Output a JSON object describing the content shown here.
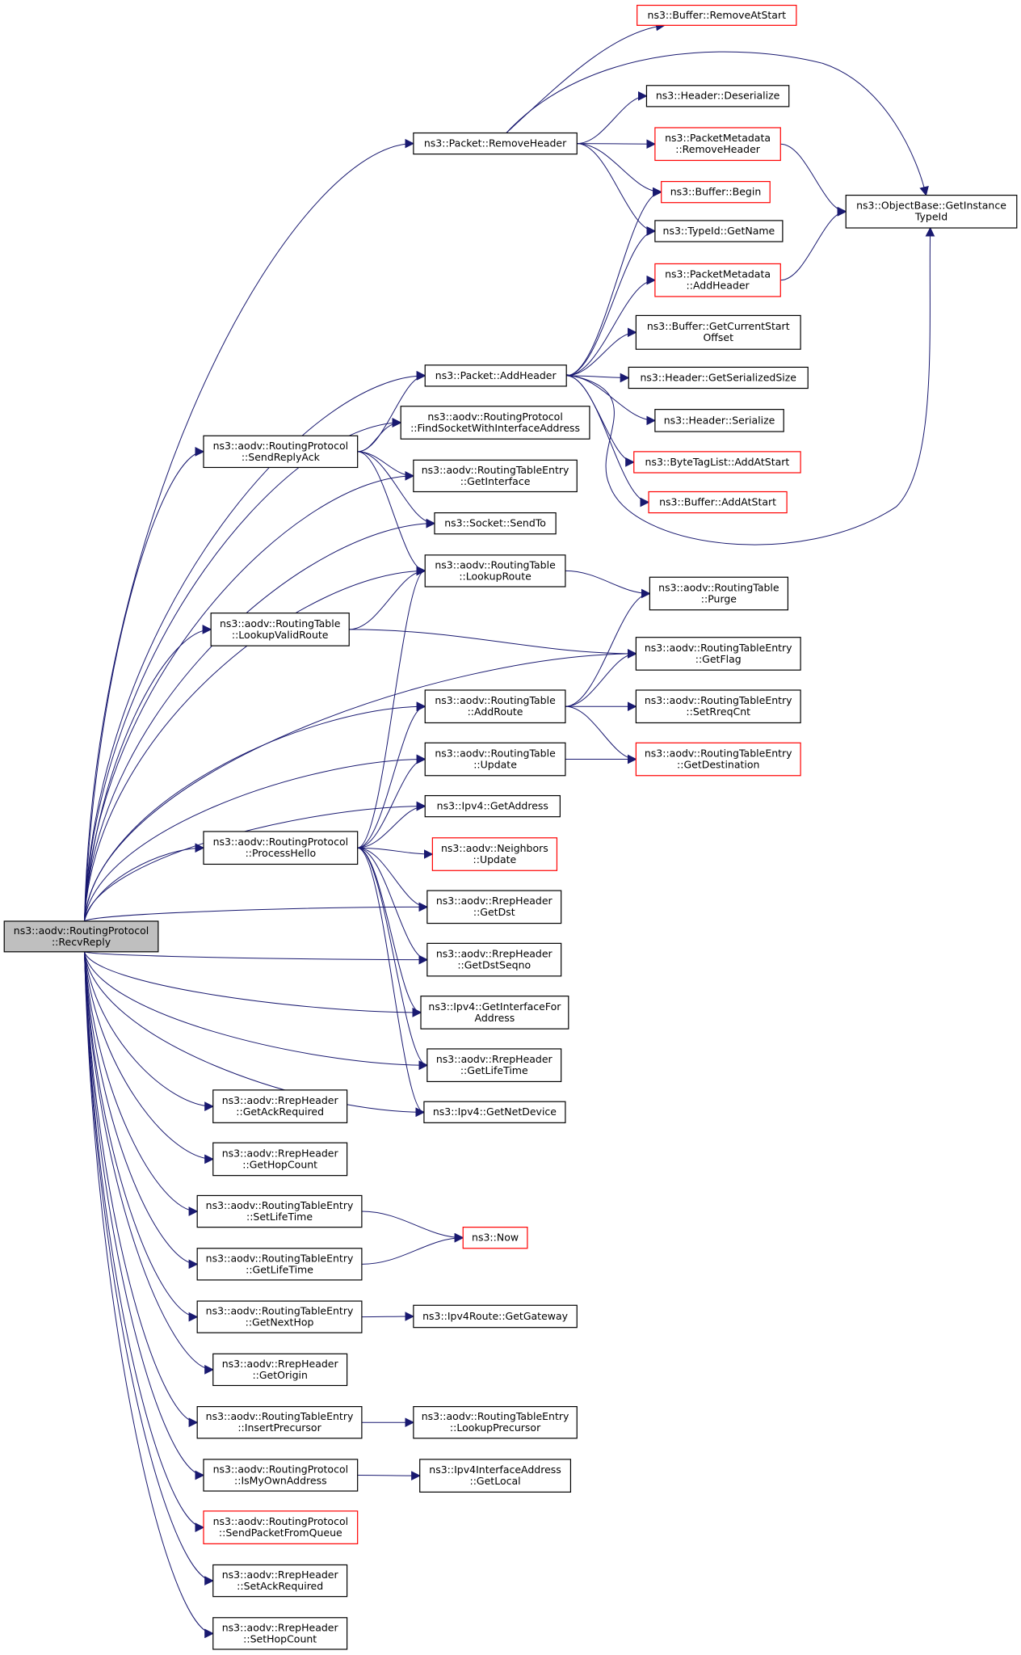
{
  "colors": {
    "edge": "#191970",
    "border_normal": "#000000",
    "border_truncated": "#ff0000",
    "root_fill": "#bfbfbf",
    "node_fill": "#ffffff"
  },
  "nodes": [
    {
      "id": "recvreply",
      "lines": [
        "ns3::aodv::RoutingProtocol",
        "::RecvReply"
      ],
      "style": "root"
    },
    {
      "id": "buffer-removeatstart",
      "lines": [
        "ns3::Buffer::RemoveAtStart"
      ],
      "style": "truncated"
    },
    {
      "id": "header-deserialize",
      "lines": [
        "ns3::Header::Deserialize"
      ],
      "style": "normal"
    },
    {
      "id": "packet-removeheader",
      "lines": [
        "ns3::Packet::RemoveHeader"
      ],
      "style": "normal"
    },
    {
      "id": "packetmetadata-removeheader",
      "lines": [
        "ns3::PacketMetadata",
        "::RemoveHeader"
      ],
      "style": "truncated"
    },
    {
      "id": "buffer-begin",
      "lines": [
        "ns3::Buffer::Begin"
      ],
      "style": "truncated"
    },
    {
      "id": "objectbase-getinstancetypeid",
      "lines": [
        "ns3::ObjectBase::GetInstance",
        "TypeId"
      ],
      "style": "normal"
    },
    {
      "id": "typeid-getname",
      "lines": [
        "ns3::TypeId::GetName"
      ],
      "style": "normal"
    },
    {
      "id": "packetmetadata-addheader",
      "lines": [
        "ns3::PacketMetadata",
        "::AddHeader"
      ],
      "style": "truncated"
    },
    {
      "id": "buffer-getcurrentstartoffset",
      "lines": [
        "ns3::Buffer::GetCurrentStart",
        "Offset"
      ],
      "style": "normal"
    },
    {
      "id": "packet-addheader",
      "lines": [
        "ns3::Packet::AddHeader"
      ],
      "style": "normal"
    },
    {
      "id": "header-getserializedsize",
      "lines": [
        "ns3::Header::GetSerializedSize"
      ],
      "style": "normal"
    },
    {
      "id": "findsocketwithinterfaceaddress",
      "lines": [
        "ns3::aodv::RoutingProtocol",
        "::FindSocketWithInterfaceAddress"
      ],
      "style": "normal"
    },
    {
      "id": "header-serialize",
      "lines": [
        "ns3::Header::Serialize"
      ],
      "style": "normal"
    },
    {
      "id": "sendreplyack",
      "lines": [
        "ns3::aodv::RoutingProtocol",
        "::SendReplyAck"
      ],
      "style": "normal"
    },
    {
      "id": "rte-getinterface",
      "lines": [
        "ns3::aodv::RoutingTableEntry",
        "::GetInterface"
      ],
      "style": "normal"
    },
    {
      "id": "bytetaglist-addatstart",
      "lines": [
        "ns3::ByteTagList::AddAtStart"
      ],
      "style": "truncated"
    },
    {
      "id": "buffer-addatstart",
      "lines": [
        "ns3::Buffer::AddAtStart"
      ],
      "style": "truncated"
    },
    {
      "id": "socket-sendto",
      "lines": [
        "ns3::Socket::SendTo"
      ],
      "style": "normal"
    },
    {
      "id": "rt-lookuproute",
      "lines": [
        "ns3::aodv::RoutingTable",
        "::LookupRoute"
      ],
      "style": "normal"
    },
    {
      "id": "rt-purge",
      "lines": [
        "ns3::aodv::RoutingTable",
        "::Purge"
      ],
      "style": "normal"
    },
    {
      "id": "rt-lookupvalidroute",
      "lines": [
        "ns3::aodv::RoutingTable",
        "::LookupValidRoute"
      ],
      "style": "normal"
    },
    {
      "id": "rte-getflag",
      "lines": [
        "ns3::aodv::RoutingTableEntry",
        "::GetFlag"
      ],
      "style": "normal"
    },
    {
      "id": "rt-addroute",
      "lines": [
        "ns3::aodv::RoutingTable",
        "::AddRoute"
      ],
      "style": "normal"
    },
    {
      "id": "rte-setrreqcnt",
      "lines": [
        "ns3::aodv::RoutingTableEntry",
        "::SetRreqCnt"
      ],
      "style": "normal"
    },
    {
      "id": "rt-update",
      "lines": [
        "ns3::aodv::RoutingTable",
        "::Update"
      ],
      "style": "normal"
    },
    {
      "id": "rte-getdestination",
      "lines": [
        "ns3::aodv::RoutingTableEntry",
        "::GetDestination"
      ],
      "style": "truncated"
    },
    {
      "id": "ipv4-getaddress",
      "lines": [
        "ns3::Ipv4::GetAddress"
      ],
      "style": "normal"
    },
    {
      "id": "processhello",
      "lines": [
        "ns3::aodv::RoutingProtocol",
        "::ProcessHello"
      ],
      "style": "normal"
    },
    {
      "id": "neighbors-update",
      "lines": [
        "ns3::aodv::Neighbors",
        "::Update"
      ],
      "style": "truncated"
    },
    {
      "id": "rrep-getdst",
      "lines": [
        "ns3::aodv::RrepHeader",
        "::GetDst"
      ],
      "style": "normal"
    },
    {
      "id": "rrep-getdstseqno",
      "lines": [
        "ns3::aodv::RrepHeader",
        "::GetDstSeqno"
      ],
      "style": "normal"
    },
    {
      "id": "ipv4-getinterfaceforaddress",
      "lines": [
        "ns3::Ipv4::GetInterfaceFor",
        "Address"
      ],
      "style": "normal"
    },
    {
      "id": "rrep-getlifetime",
      "lines": [
        "ns3::aodv::RrepHeader",
        "::GetLifeTime"
      ],
      "style": "normal"
    },
    {
      "id": "rrep-getackrequired",
      "lines": [
        "ns3::aodv::RrepHeader",
        "::GetAckRequired"
      ],
      "style": "normal"
    },
    {
      "id": "ipv4-getnetdevice",
      "lines": [
        "ns3::Ipv4::GetNetDevice"
      ],
      "style": "normal"
    },
    {
      "id": "rrep-gethopcount",
      "lines": [
        "ns3::aodv::RrepHeader",
        "::GetHopCount"
      ],
      "style": "normal"
    },
    {
      "id": "rte-setlifetime",
      "lines": [
        "ns3::aodv::RoutingTableEntry",
        "::SetLifeTime"
      ],
      "style": "normal"
    },
    {
      "id": "ns3-now",
      "lines": [
        "ns3::Now"
      ],
      "style": "truncated"
    },
    {
      "id": "rte-getlifetime",
      "lines": [
        "ns3::aodv::RoutingTableEntry",
        "::GetLifeTime"
      ],
      "style": "normal"
    },
    {
      "id": "rte-getnexthop",
      "lines": [
        "ns3::aodv::RoutingTableEntry",
        "::GetNextHop"
      ],
      "style": "normal"
    },
    {
      "id": "ipv4route-getgateway",
      "lines": [
        "ns3::Ipv4Route::GetGateway"
      ],
      "style": "normal"
    },
    {
      "id": "rrep-getorigin",
      "lines": [
        "ns3::aodv::RrepHeader",
        "::GetOrigin"
      ],
      "style": "normal"
    },
    {
      "id": "rte-insertprecursor",
      "lines": [
        "ns3::aodv::RoutingTableEntry",
        "::InsertPrecursor"
      ],
      "style": "normal"
    },
    {
      "id": "rte-lookupprecursor",
      "lines": [
        "ns3::aodv::RoutingTableEntry",
        "::LookupPrecursor"
      ],
      "style": "normal"
    },
    {
      "id": "ismyownaddress",
      "lines": [
        "ns3::aodv::RoutingProtocol",
        "::IsMyOwnAddress"
      ],
      "style": "normal"
    },
    {
      "id": "ipv4interfaceaddress-getlocal",
      "lines": [
        "ns3::Ipv4InterfaceAddress",
        "::GetLocal"
      ],
      "style": "normal"
    },
    {
      "id": "sendpacketfromqueue",
      "lines": [
        "ns3::aodv::RoutingProtocol",
        "::SendPacketFromQueue"
      ],
      "style": "truncated"
    },
    {
      "id": "rrep-setackrequired",
      "lines": [
        "ns3::aodv::RrepHeader",
        "::SetAckRequired"
      ],
      "style": "normal"
    },
    {
      "id": "rrep-sethopcount",
      "lines": [
        "ns3::aodv::RrepHeader",
        "::SetHopCount"
      ],
      "style": "normal"
    }
  ],
  "edges": [
    [
      "recvreply",
      "packet-removeheader"
    ],
    [
      "recvreply",
      "packet-addheader"
    ],
    [
      "recvreply",
      "findsocketwithinterfaceaddress"
    ],
    [
      "recvreply",
      "sendreplyack"
    ],
    [
      "recvreply",
      "rte-getinterface"
    ],
    [
      "recvreply",
      "socket-sendto"
    ],
    [
      "recvreply",
      "rt-lookuproute"
    ],
    [
      "recvreply",
      "rt-lookupvalidroute"
    ],
    [
      "recvreply",
      "rte-getflag"
    ],
    [
      "recvreply",
      "rt-addroute"
    ],
    [
      "recvreply",
      "rt-update"
    ],
    [
      "recvreply",
      "ipv4-getaddress"
    ],
    [
      "recvreply",
      "processhello"
    ],
    [
      "recvreply",
      "rrep-getdst"
    ],
    [
      "recvreply",
      "rrep-getdstseqno"
    ],
    [
      "recvreply",
      "ipv4-getinterfaceforaddress"
    ],
    [
      "recvreply",
      "rrep-getlifetime"
    ],
    [
      "recvreply",
      "ipv4-getnetdevice"
    ],
    [
      "recvreply",
      "rrep-getackrequired"
    ],
    [
      "recvreply",
      "rrep-gethopcount"
    ],
    [
      "recvreply",
      "rte-setlifetime"
    ],
    [
      "recvreply",
      "rte-getlifetime"
    ],
    [
      "recvreply",
      "rte-getnexthop"
    ],
    [
      "recvreply",
      "rrep-getorigin"
    ],
    [
      "recvreply",
      "rte-insertprecursor"
    ],
    [
      "recvreply",
      "ismyownaddress"
    ],
    [
      "recvreply",
      "sendpacketfromqueue"
    ],
    [
      "recvreply",
      "rrep-setackrequired"
    ],
    [
      "recvreply",
      "rrep-sethopcount"
    ],
    [
      "packet-removeheader",
      "buffer-removeatstart"
    ],
    [
      "packet-removeheader",
      "header-deserialize"
    ],
    [
      "packet-removeheader",
      "packetmetadata-removeheader"
    ],
    [
      "packet-removeheader",
      "buffer-begin"
    ],
    [
      "packet-removeheader",
      "objectbase-getinstancetypeid"
    ],
    [
      "packet-removeheader",
      "typeid-getname"
    ],
    [
      "packetmetadata-removeheader",
      "objectbase-getinstancetypeid"
    ],
    [
      "packetmetadata-addheader",
      "objectbase-getinstancetypeid"
    ],
    [
      "packet-addheader",
      "buffer-begin"
    ],
    [
      "packet-addheader",
      "typeid-getname"
    ],
    [
      "packet-addheader",
      "packetmetadata-addheader"
    ],
    [
      "packet-addheader",
      "buffer-getcurrentstartoffset"
    ],
    [
      "packet-addheader",
      "header-getserializedsize"
    ],
    [
      "packet-addheader",
      "header-serialize"
    ],
    [
      "packet-addheader",
      "bytetaglist-addatstart"
    ],
    [
      "packet-addheader",
      "buffer-addatstart"
    ],
    [
      "packet-addheader",
      "objectbase-getinstancetypeid"
    ],
    [
      "sendreplyack",
      "packet-addheader"
    ],
    [
      "sendreplyack",
      "findsocketwithinterfaceaddress"
    ],
    [
      "sendreplyack",
      "rte-getinterface"
    ],
    [
      "sendreplyack",
      "socket-sendto"
    ],
    [
      "sendreplyack",
      "rt-lookuproute"
    ],
    [
      "rt-lookuproute",
      "rt-purge"
    ],
    [
      "rt-lookupvalidroute",
      "rt-lookuproute"
    ],
    [
      "rt-lookupvalidroute",
      "rte-getflag"
    ],
    [
      "rt-addroute",
      "rt-purge"
    ],
    [
      "rt-addroute",
      "rte-getflag"
    ],
    [
      "rt-addroute",
      "rte-setrreqcnt"
    ],
    [
      "rt-addroute",
      "rte-getdestination"
    ],
    [
      "rt-update",
      "rte-getdestination"
    ],
    [
      "processhello",
      "rt-lookuproute"
    ],
    [
      "processhello",
      "rt-addroute"
    ],
    [
      "processhello",
      "rt-update"
    ],
    [
      "processhello",
      "ipv4-getaddress"
    ],
    [
      "processhello",
      "neighbors-update"
    ],
    [
      "processhello",
      "rrep-getdst"
    ],
    [
      "processhello",
      "rrep-getdstseqno"
    ],
    [
      "processhello",
      "ipv4-getinterfaceforaddress"
    ],
    [
      "processhello",
      "rrep-getlifetime"
    ],
    [
      "processhello",
      "ipv4-getnetdevice"
    ],
    [
      "rte-setlifetime",
      "ns3-now"
    ],
    [
      "rte-getlifetime",
      "ns3-now"
    ],
    [
      "rte-getnexthop",
      "ipv4route-getgateway"
    ],
    [
      "rte-insertprecursor",
      "rte-lookupprecursor"
    ],
    [
      "ismyownaddress",
      "ipv4interfaceaddress-getlocal"
    ]
  ]
}
